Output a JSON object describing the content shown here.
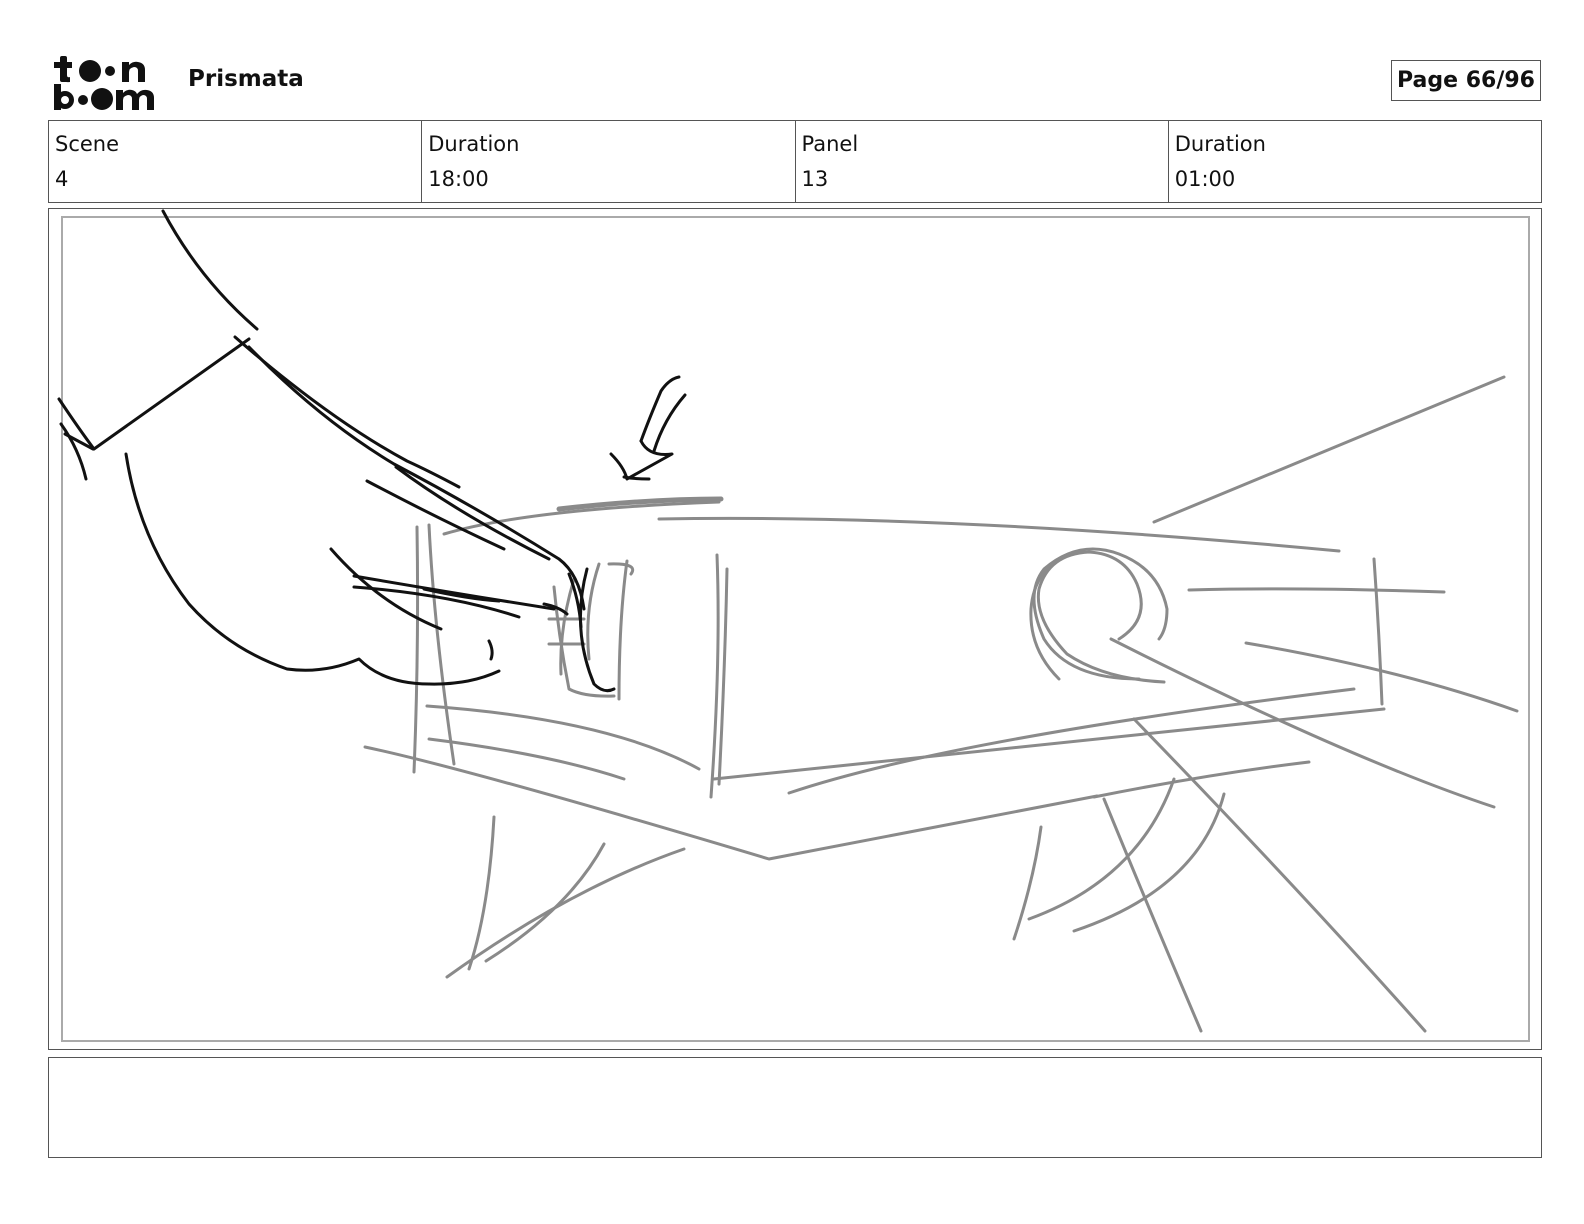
{
  "header": {
    "logo_alt": "toon boom",
    "project_title": "Prismata",
    "page_label": "Page 66/96"
  },
  "info": {
    "scene_label": "Scene",
    "scene_value": "4",
    "scene_duration_label": "Duration",
    "scene_duration_value": "18:00",
    "panel_label": "Panel",
    "panel_value": "13",
    "panel_duration_label": "Duration",
    "panel_duration_value": "01:00"
  },
  "panel": {
    "image": "storyboard-sketch-hand-pressing-device"
  },
  "notes": {
    "text": ""
  },
  "colors": {
    "ink_dark": "#111111",
    "ink_rough": "#8a8a8a",
    "frame": "#555555"
  }
}
